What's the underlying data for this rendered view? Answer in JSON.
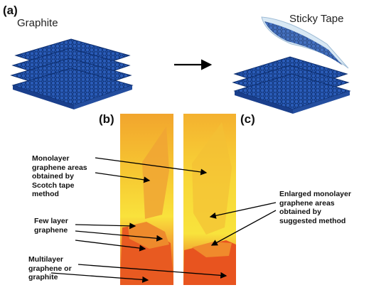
{
  "panels": {
    "a": "(a)",
    "b": "(b)",
    "c": "(c)"
  },
  "titles": {
    "graphite": "Graphite",
    "sticky_tape": "Sticky Tape"
  },
  "annotations": {
    "monolayer_scotch": [
      "Monolayer",
      "graphene areas",
      "obtained by",
      "Scotch tape",
      "method"
    ],
    "few_layer": [
      "Few layer",
      "graphene"
    ],
    "multilayer": [
      "Multilayer",
      "graphene or",
      "graphite"
    ],
    "enlarged": [
      "Enlarged monolayer",
      "graphene areas",
      "obtained by",
      "suggested method"
    ]
  },
  "colors": {
    "lattice_blue": "#1d4fa8",
    "lattice_dark": "#0d2e6e",
    "tape": "#cfe2f1",
    "yellow": "#f7e23a",
    "orange": "#f0a531",
    "red_orange": "#e8531f",
    "arrow": "#000000"
  }
}
